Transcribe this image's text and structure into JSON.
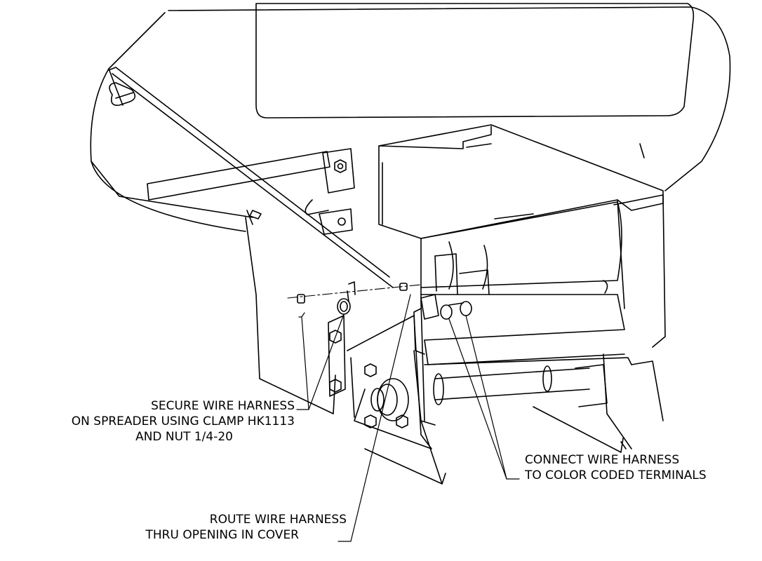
{
  "callouts": {
    "secure": {
      "lines": [
        "SECURE WIRE HARNESS",
        "ON SPREADER USING CLAMP HK1113",
        "AND NUT 1/4-20"
      ]
    },
    "route": {
      "lines": [
        "ROUTE WIRE HARNESS",
        "THRU OPENING IN COVER"
      ]
    },
    "connect": {
      "lines": [
        "CONNECT WIRE HARNESS",
        "TO COLOR CODED TERMINALS"
      ]
    }
  },
  "colors": {
    "line": "#000000",
    "background": "#ffffff"
  }
}
